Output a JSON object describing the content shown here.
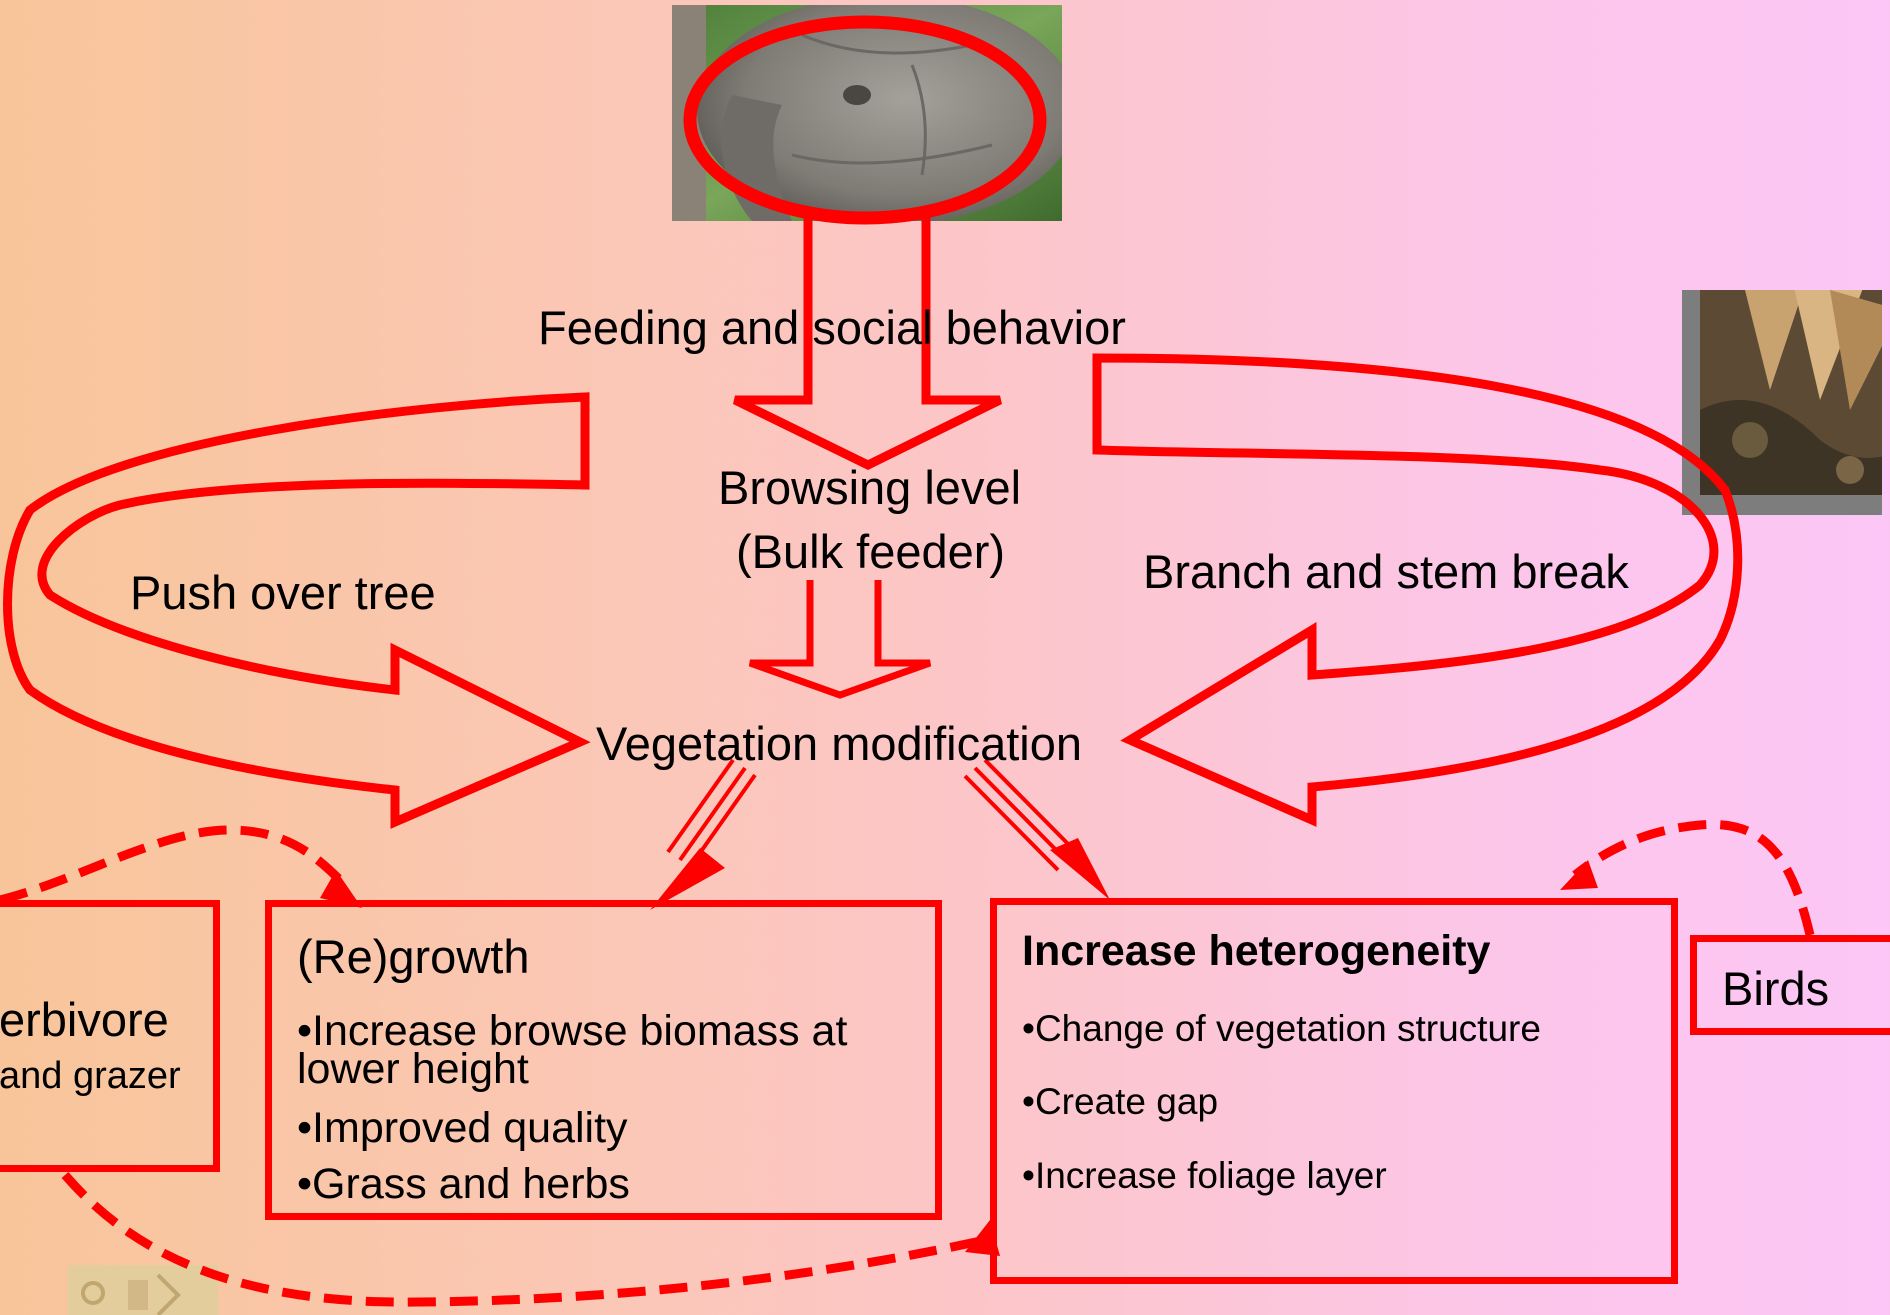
{
  "labels": {
    "feeding": "Feeding and social behavior",
    "browsing_line1": "Browsing level",
    "browsing_line2": "(Bulk feeder)",
    "push": "Push over tree",
    "branch": "Branch and stem break",
    "vegetation": "Vegetation modification"
  },
  "boxes": {
    "herbivore": {
      "title": "erbivore",
      "subtitle": "and grazer"
    },
    "regrowth": {
      "title": "(Re)growth",
      "items": [
        "•Increase browse biomass at",
        "lower height",
        "•Improved quality",
        "•Grass and herbs"
      ]
    },
    "heterogeneity": {
      "title": "Increase heterogeneity",
      "items": [
        "•Change of vegetation structure",
        "•Create gap",
        "•Increase foliage layer"
      ]
    },
    "birds": {
      "title": "Birds"
    }
  },
  "colors": {
    "arrow": "#ff0000",
    "text": "#000000"
  },
  "images": [
    "elephant-photo",
    "broken-tree-photo",
    "small-logo-image"
  ]
}
